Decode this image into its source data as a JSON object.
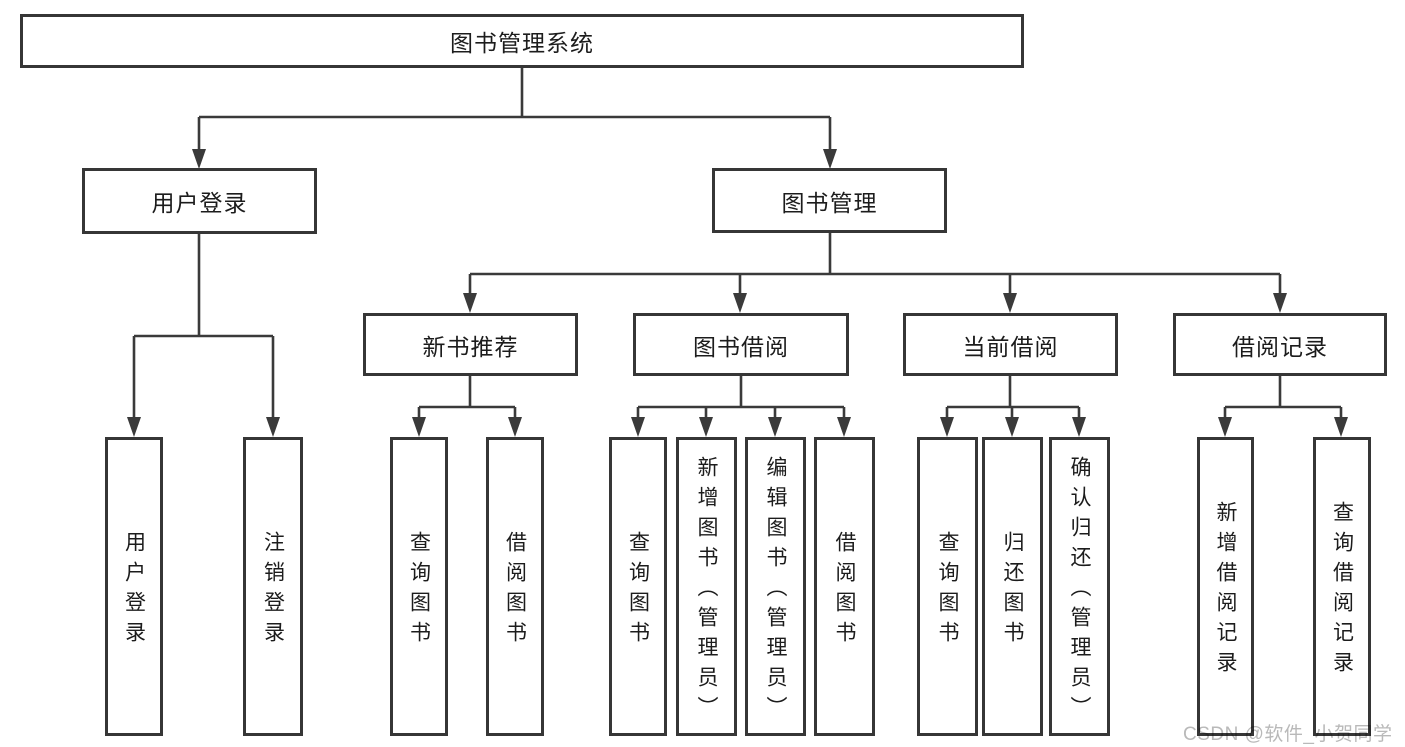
{
  "diagram_title": "图书管理系统",
  "tree": {
    "root": {
      "label": "图书管理系统"
    },
    "level2": [
      {
        "label": "用户登录",
        "children": [
          {
            "label": "用户登录"
          },
          {
            "label": "注销登录"
          }
        ]
      },
      {
        "label": "图书管理",
        "children": [
          {
            "label": "新书推荐",
            "children": [
              {
                "label": "查询图书"
              },
              {
                "label": "借阅图书"
              }
            ]
          },
          {
            "label": "图书借阅",
            "children": [
              {
                "label": "查询图书"
              },
              {
                "label": "新增图书（管理员）"
              },
              {
                "label": "编辑图书（管理员）"
              },
              {
                "label": "借阅图书"
              }
            ]
          },
          {
            "label": "当前借阅",
            "children": [
              {
                "label": "查询图书"
              },
              {
                "label": "归还图书"
              },
              {
                "label": "确认归还（管理员）"
              }
            ]
          },
          {
            "label": "借阅记录",
            "children": [
              {
                "label": "新增借阅记录"
              },
              {
                "label": "查询借阅记录"
              }
            ]
          }
        ]
      }
    ]
  },
  "watermark": {
    "text": "CSDN @软件_小贺同学"
  },
  "colors": {
    "background": "#ffffff",
    "box_border": "#363636",
    "connector_line": "#3a3a3a",
    "text": "#1c1c1c",
    "watermark_text": "#b9b9b9"
  }
}
